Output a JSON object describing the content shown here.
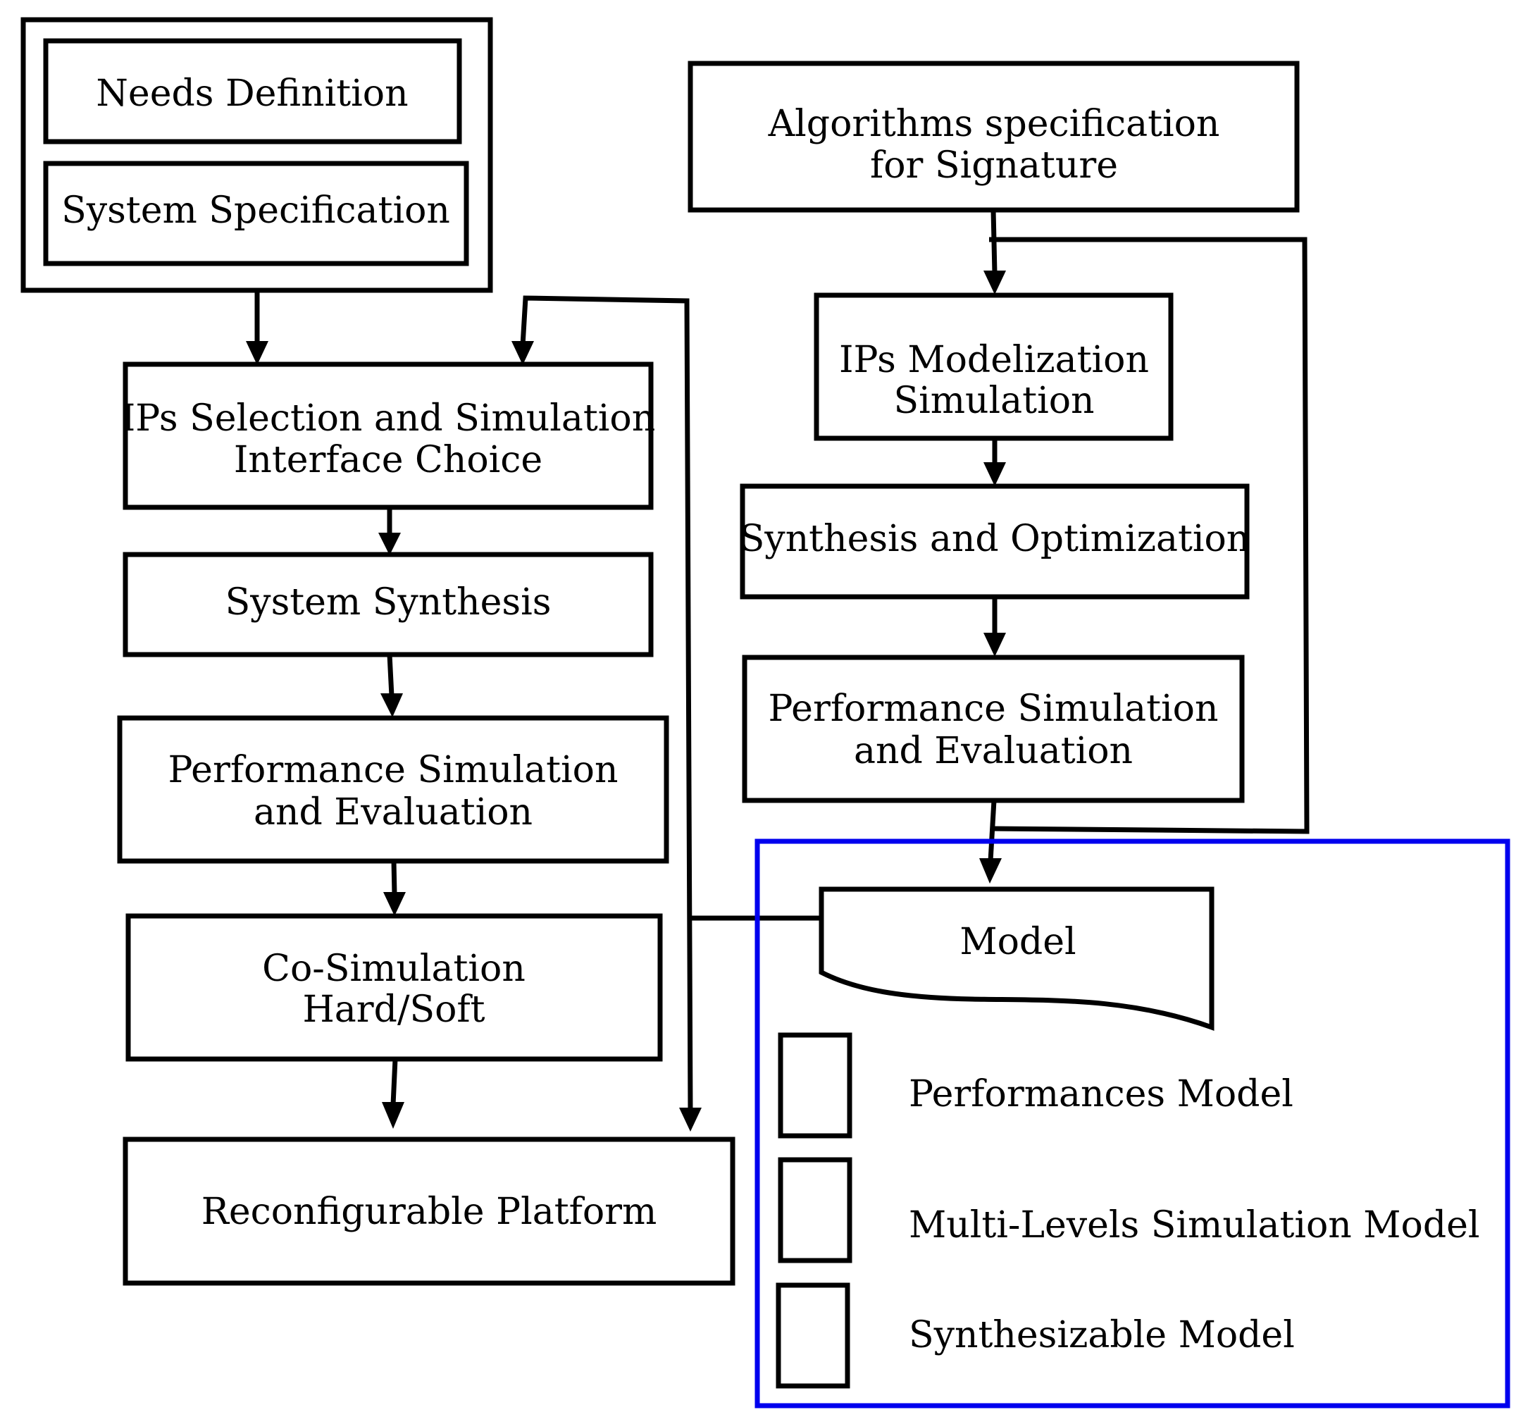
{
  "left_flow": {
    "needs_definition": "Needs Definition",
    "system_specification": "System Specification",
    "ips_selection_line1": "IPs Selection and Simulation",
    "ips_selection_line2": "Interface Choice",
    "system_synthesis": "System Synthesis",
    "performance_line1": "Performance Simulation",
    "performance_line2": "and Evaluation",
    "cosim_line1": "Co-Simulation",
    "cosim_line2": "Hard/Soft",
    "platform": "Reconfigurable Platform"
  },
  "right_flow": {
    "algorithms_line1": "Algorithms specification",
    "algorithms_line2": "for Signature",
    "ips_model_line1": "IPs Modelization",
    "ips_model_line2": "Simulation",
    "synthesis_optimization": "Synthesis and Optimization",
    "performance_line1": "Performance Simulation",
    "performance_line2": "and Evaluation"
  },
  "legend": {
    "model_label": "Model",
    "items": [
      "Performances Model",
      "Multi-Levels Simulation Model",
      "Synthesizable Model"
    ],
    "frame_color": "#0000ee"
  }
}
